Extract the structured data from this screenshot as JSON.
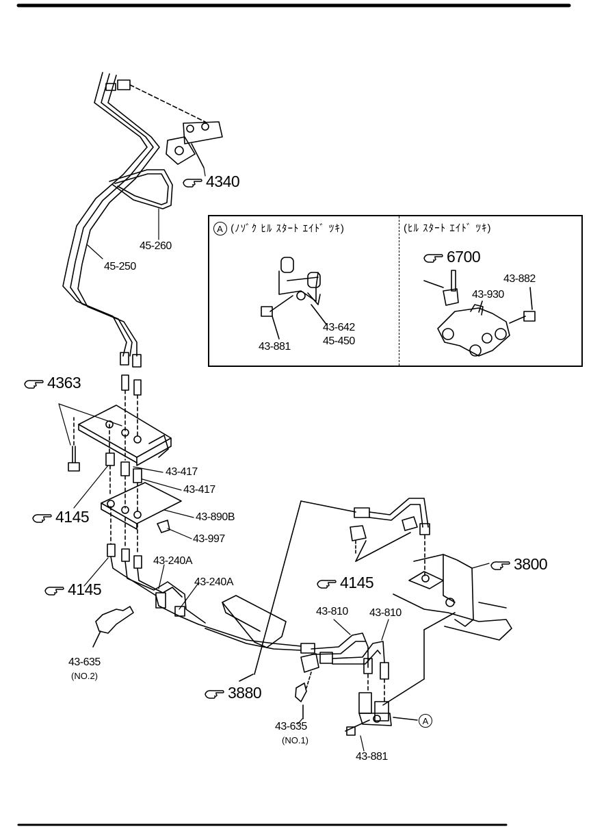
{
  "page_refs": {
    "r4340": "4340",
    "r4363": "4363",
    "r4145_a": "4145",
    "r4145_b": "4145",
    "r4145_c": "4145",
    "r3800": "3800",
    "r3880": "3880",
    "r6700": "6700"
  },
  "parts": {
    "p45_260": "45-260",
    "p45_250": "45-250",
    "p43_417_a": "43-417",
    "p43_417_b": "43-417",
    "p43_890b": "43-890B",
    "p43_997": "43-997",
    "p43_240a_a": "43-240A",
    "p43_240a_b": "43-240A",
    "p43_635_no2": "43-635",
    "p43_635_no2_sub": "(NO.2)",
    "p43_635_no1": "43-635",
    "p43_635_no1_sub": "(NO.1)",
    "p43_810_a": "43-810",
    "p43_810_b": "43-810",
    "p43_881_main": "43-881",
    "p43_642": "43-642",
    "p45_450": "45-450",
    "p43_881_detail": "43-881",
    "p43_882": "43-882",
    "p43_930": "43-930"
  },
  "detail": {
    "marker": "A",
    "left_caption": "(ﾉｿﾞｸ ﾋﾙ ｽﾀｰﾄ ｴｲﾄﾞ ﾂｷ)",
    "right_caption": "(ﾋﾙ ｽﾀｰﾄ ｴｲﾄﾞ ﾂｷ)"
  },
  "main_marker": "A",
  "icons": {
    "reference": "pointing-hand-icon"
  }
}
